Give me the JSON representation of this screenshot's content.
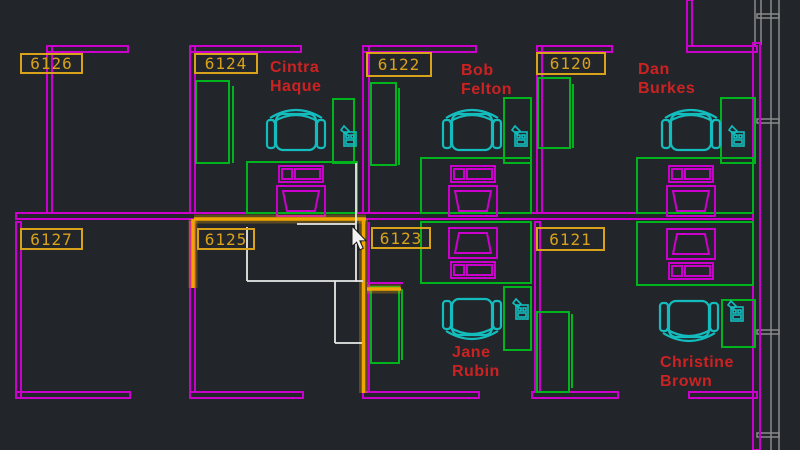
{
  "view": {
    "type": "cad-drawing-canvas",
    "description": "Office cubicle floor plan with numbered rooms and occupant name tags; one wall run is selected (highlighted) and a white selection polyline with crosshair cursor is visible"
  },
  "colors": {
    "background": "#22262b",
    "wall": "#cc00cc",
    "furniture": "#00b41e",
    "seating": "#14bdbd",
    "label": "#d9a21b",
    "name": "#cc2222",
    "highlight": "#f0a500",
    "exterior": "#8a8a8a",
    "selection": "#e8e8e8"
  },
  "rooms": [
    {
      "number": "6126",
      "occupant": ""
    },
    {
      "number": "6124",
      "occupant": "Cintra\nHaque"
    },
    {
      "number": "6122",
      "occupant": "Bob\nFelton"
    },
    {
      "number": "6120",
      "occupant": "Dan\nBurkes"
    },
    {
      "number": "6127",
      "occupant": ""
    },
    {
      "number": "6125",
      "occupant": ""
    },
    {
      "number": "6123",
      "occupant": "Jane\nRubin"
    },
    {
      "number": "6121",
      "occupant": "Christine\nBrown"
    }
  ]
}
